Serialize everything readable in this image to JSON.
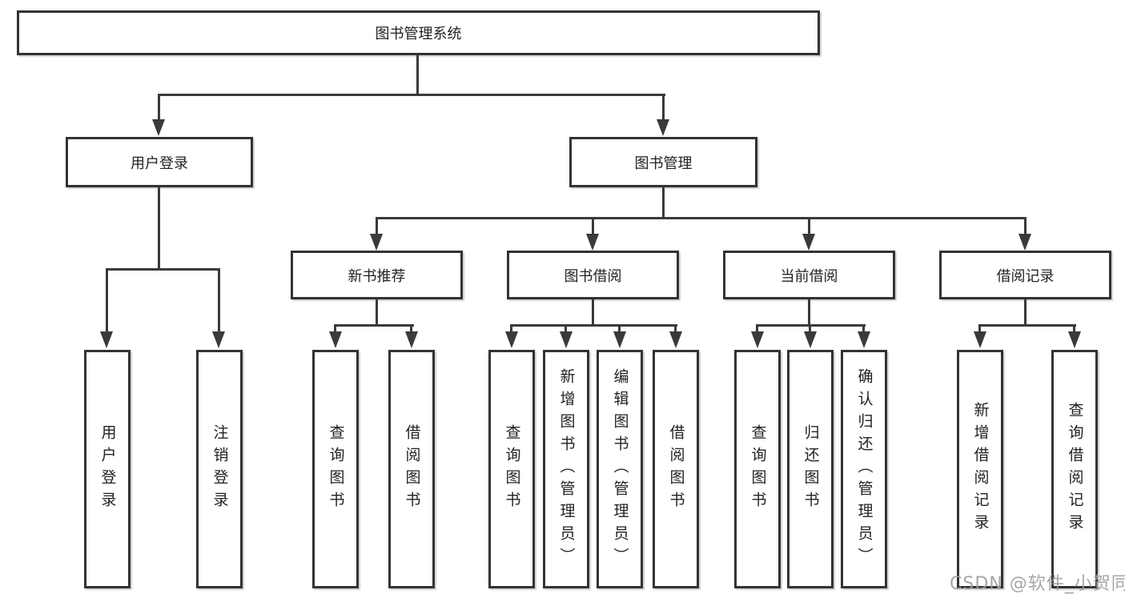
{
  "diagram": {
    "root": {
      "label": "图书管理系统"
    },
    "level2": {
      "user_login": {
        "label": "用户登录"
      },
      "book_management": {
        "label": "图书管理"
      }
    },
    "level3": {
      "new_book_recommend": {
        "label": "新书推荐"
      },
      "book_borrow": {
        "label": "图书借阅"
      },
      "current_borrow": {
        "label": "当前借阅"
      },
      "borrow_record": {
        "label": "借阅记录"
      }
    },
    "leaves": {
      "user_login": [
        "用户登录",
        "注销登录"
      ],
      "new_book_recommend": [
        "查询图书",
        "借阅图书"
      ],
      "book_borrow": [
        "查询图书",
        "新增图书（管理员）",
        "编辑图书（管理员）",
        "借阅图书"
      ],
      "current_borrow": [
        "查询图书",
        "归还图书",
        "确认归还（管理员）"
      ],
      "borrow_record": [
        "新增借阅记录",
        "查询借阅记录"
      ]
    },
    "watermark": "CSDN @软件_小贺同学",
    "colors": {
      "line": "#3a3a3a",
      "box_border": "#333333",
      "text": "#222222",
      "watermark": "#9e9e9e",
      "background": "#ffffff"
    }
  }
}
